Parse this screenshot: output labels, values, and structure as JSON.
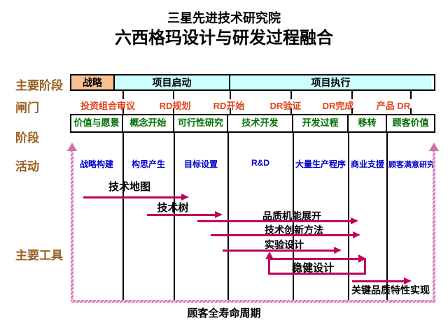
{
  "title": "三星先进技术研究院",
  "subtitle": "六西格玛设计与研发过程融合",
  "row_labels": {
    "phases": "主要阶段",
    "gates": "闸门",
    "stages": "阶段",
    "activities": "活动",
    "tools": "主要工具"
  },
  "phase_bar": {
    "items": [
      {
        "label": "战略"
      },
      {
        "label": "项目启动"
      },
      {
        "label": "项目执行"
      }
    ]
  },
  "gates": {
    "items": [
      {
        "label": "投资组合审议"
      },
      {
        "label": "RD规划"
      },
      {
        "label": "RD开始"
      },
      {
        "label": "DR验证"
      },
      {
        "label": "DR完成"
      },
      {
        "label": "产品 DR"
      }
    ]
  },
  "stages": {
    "items": [
      {
        "label": "价值与愿景"
      },
      {
        "label": "概念开始"
      },
      {
        "label": "可行性研究"
      },
      {
        "label": "技术开发"
      },
      {
        "label": "开发过程"
      },
      {
        "label": "移转"
      },
      {
        "label": "顾客价值"
      }
    ]
  },
  "activities": {
    "items": [
      {
        "label": "战略构建"
      },
      {
        "label": "构思产生"
      },
      {
        "label": "目标设置"
      },
      {
        "label": "R&D"
      },
      {
        "label": "大量生产程序"
      },
      {
        "label": "商业支援"
      },
      {
        "label": "顾客满意研究"
      }
    ]
  },
  "tools": {
    "items": [
      {
        "label": "技术地图"
      },
      {
        "label": "技术树"
      },
      {
        "label": "品质机能展开"
      },
      {
        "label": "技术创新方法"
      },
      {
        "label": "实验设计"
      },
      {
        "label": "稳健设计"
      },
      {
        "label": "关键品质特性实现"
      }
    ]
  },
  "lifecycle": {
    "label": "顾客全寿命周期"
  },
  "colors": {
    "strategy_cell_bg": "#FAC090",
    "project_cell_bg": "#CCFFFF",
    "gate_text": "#E1431A",
    "stage_text": "#007000",
    "activity_text": "#0000C8",
    "tool_arrow": "#C2005E",
    "lifecycle_frame": "#D26FAE",
    "row_label_text": "#9A6022"
  }
}
